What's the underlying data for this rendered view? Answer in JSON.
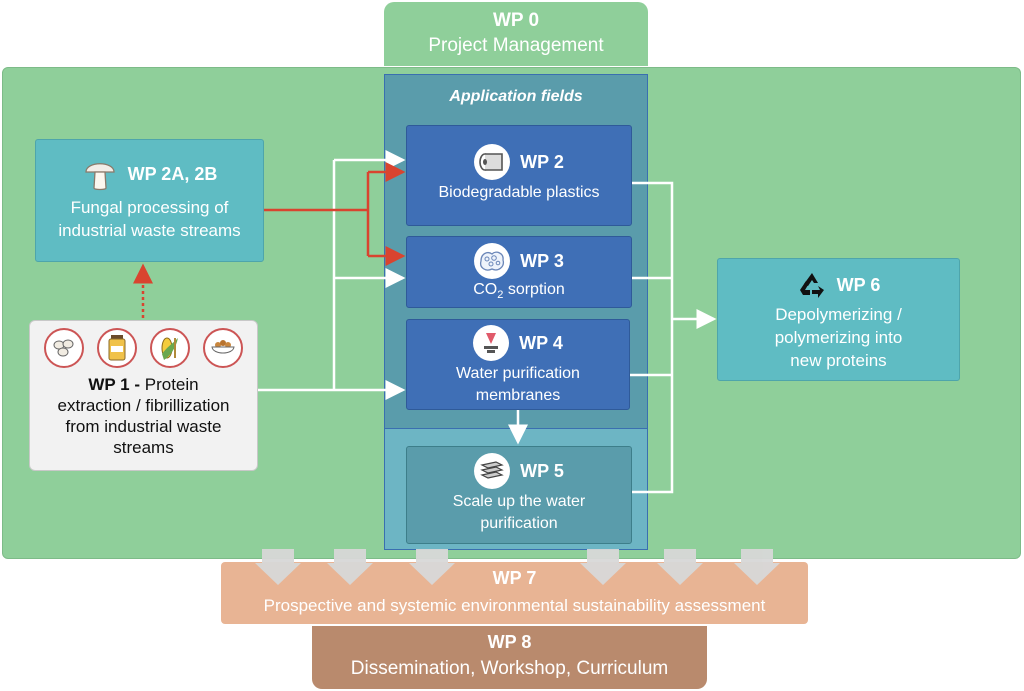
{
  "wp0": {
    "title": "WP 0",
    "subtitle": "Project Management"
  },
  "application_fields": {
    "title": "Application fields"
  },
  "wp2": {
    "title": "WP 2",
    "subtitle": "Biodegradable plastics",
    "icon": "plastic-roll-icon"
  },
  "wp3": {
    "title": "WP 3",
    "subtitle_prefix": "CO",
    "subtitle_sub": "2",
    "subtitle_suffix": " sorption",
    "icon": "sponge-icon"
  },
  "wp4": {
    "title": "WP 4",
    "subtitle_line1": "Water purification",
    "subtitle_line2": "membranes",
    "icon": "water-drop-icon"
  },
  "wp5": {
    "title": "WP 5",
    "subtitle_line1": "Scale up the water",
    "subtitle_line2": "purification",
    "icon": "membrane-stack-icon"
  },
  "wp2ab": {
    "title": "WP 2A, 2B",
    "subtitle_line1": "Fungal processing of",
    "subtitle_line2": "industrial waste streams",
    "icon": "mushroom-icon"
  },
  "wp6": {
    "title": "WP 6",
    "subtitle_line1": "Depolymerizing /",
    "subtitle_line2": "polymerizing into",
    "subtitle_line3": "new proteins",
    "icon": "recycle-icon"
  },
  "wp1": {
    "title": "WP 1 -",
    "text_line1": " Protein",
    "text_line2": "extraction / fibrillization",
    "text_line3": "from industrial waste",
    "text_line4": "streams",
    "icons": [
      "beans-icon",
      "whey-jar-icon",
      "grain-corn-icon",
      "food-bowl-icon"
    ]
  },
  "wp7": {
    "title": "WP 7",
    "subtitle": "Prospective and systemic environmental sustainability assessment"
  },
  "wp8": {
    "title": "WP 8",
    "subtitle": "Dissemination, Workshop, Curriculum"
  },
  "colors": {
    "green_bg": "#8fcf9a",
    "wp_blue": "#3f6fb6",
    "teal": "#5fbcc3",
    "red_arrow": "#d9442f",
    "wp7_peach": "#e8b494",
    "wp8_brown": "#b98a6d"
  }
}
